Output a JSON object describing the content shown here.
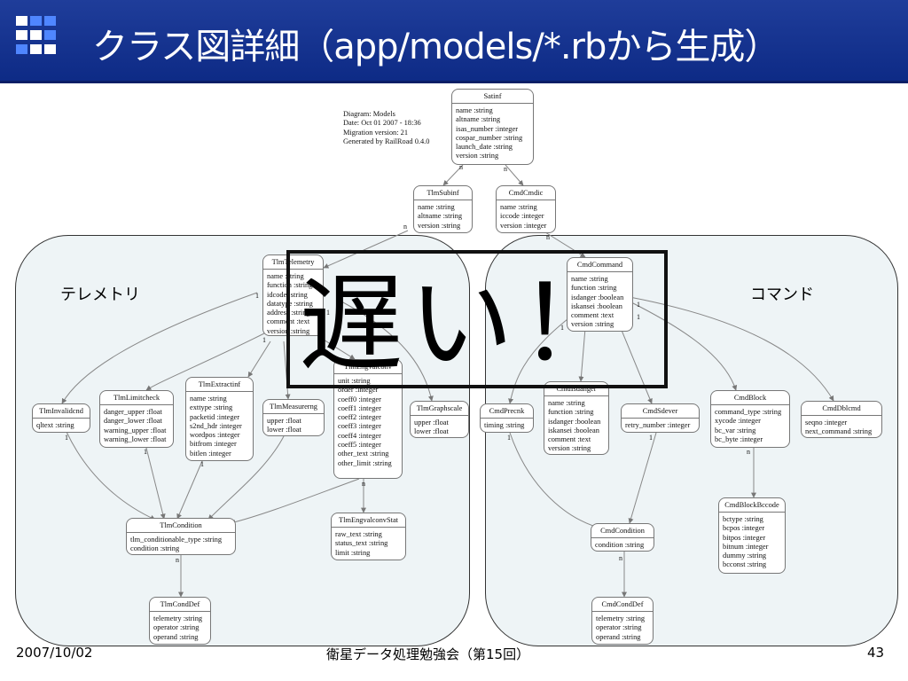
{
  "slide": {
    "title": "クラス図詳細（app/models/*.rbから生成）",
    "date": "2007/10/02",
    "event": "衛星データ処理勉強会（第15回）",
    "page_number": "43"
  },
  "groups": {
    "telemetry_label": "テレメトリ",
    "command_label": "コマンド"
  },
  "meta": [
    "Diagram: Models",
    "Date: Oct 01 2007 - 18:36",
    "Migration version: 21",
    "Generated by RailRoad 0.4.0"
  ],
  "overlay_text": "遅い！",
  "nodes": [
    {
      "name": "Satinf",
      "attrs": [
        "name :string",
        "altname :string",
        "isas_number :integer",
        "cospar_number :string",
        "launch_date :string",
        "version :string"
      ]
    },
    {
      "name": "TlmSubinf",
      "attrs": [
        "name :string",
        "altname :string",
        "version :string"
      ]
    },
    {
      "name": "CmdCmdic",
      "attrs": [
        "name :string",
        "iccode :integer",
        "version :integer"
      ]
    },
    {
      "name": "TlmTelemetry",
      "attrs": [
        "name :string",
        "function :string",
        "idcode :string",
        "datatype :string",
        "address :string",
        "comment :text",
        "version :string"
      ]
    },
    {
      "name": "CmdCommand",
      "attrs": [
        "name :string",
        "function :string",
        "isdanger :boolean",
        "iskansei :boolean",
        "comment :text",
        "version :string"
      ]
    },
    {
      "name": "TlmEngvalconv",
      "attrs": [
        "unit :string",
        "order :integer",
        "coeff0 :integer",
        "coeff1 :integer",
        "coeff2 :integer",
        "coeff3 :integer",
        "coeff4 :integer",
        "coeff5 :integer",
        "other_text :string",
        "other_limit :string"
      ]
    },
    {
      "name": "TlmInvalidcnd",
      "attrs": [
        "qltext :string"
      ]
    },
    {
      "name": "TlmLimitcheck",
      "attrs": [
        "danger_upper :float",
        "danger_lower :float",
        "warning_upper :float",
        "warning_lower :float"
      ]
    },
    {
      "name": "TlmExtractinf",
      "attrs": [
        "name :string",
        "exttype :string",
        "packetid :integer",
        "s2nd_hdr :integer",
        "wordpos :integer",
        "bitfrom :integer",
        "bitlen :integer"
      ]
    },
    {
      "name": "TlmMeasurerng",
      "attrs": [
        "upper :float",
        "lower :float"
      ]
    },
    {
      "name": "TlmGraphscale",
      "attrs": [
        "upper :float",
        "lower :float"
      ]
    },
    {
      "name": "CmdPrecnk",
      "attrs": [
        "timing :string"
      ]
    },
    {
      "name": "CmdIsdanger",
      "attrs": [
        "name :string",
        "function :string",
        "isdanger :boolean",
        "iskansei :boolean",
        "comment :text",
        "version :string"
      ]
    },
    {
      "name": "CmdSdever",
      "attrs": [
        "retry_number :integer"
      ]
    },
    {
      "name": "CmdBlock",
      "attrs": [
        "command_type :string",
        "xycode :integer",
        "bc_var :string",
        "bc_byte :integer"
      ]
    },
    {
      "name": "CmdDblcmd",
      "attrs": [
        "seqno :integer",
        "next_command :string"
      ]
    },
    {
      "name": "TlmCondition",
      "attrs": [
        "tlm_conditionable_type :string",
        "condition :string"
      ]
    },
    {
      "name": "TlmEngvalconvStat",
      "attrs": [
        "raw_text :string",
        "status_text :string",
        "limit :string"
      ]
    },
    {
      "name": "TlmCondDef",
      "attrs": [
        "telemetry :string",
        "operator :string",
        "operand :string"
      ]
    },
    {
      "name": "CmdBlockBccode",
      "attrs": [
        "bctype :string",
        "bcpos :integer",
        "bitpos :integer",
        "bitnum :integer",
        "dummy :string",
        "bcconst :string"
      ]
    },
    {
      "name": "CmdCondition",
      "attrs": [
        "condition :string"
      ]
    },
    {
      "name": "CmdCondDef",
      "attrs": [
        "telemetry :string",
        "operator :string",
        "operand :string"
      ]
    }
  ],
  "multiplicity": {
    "one": "1",
    "many": "n"
  }
}
